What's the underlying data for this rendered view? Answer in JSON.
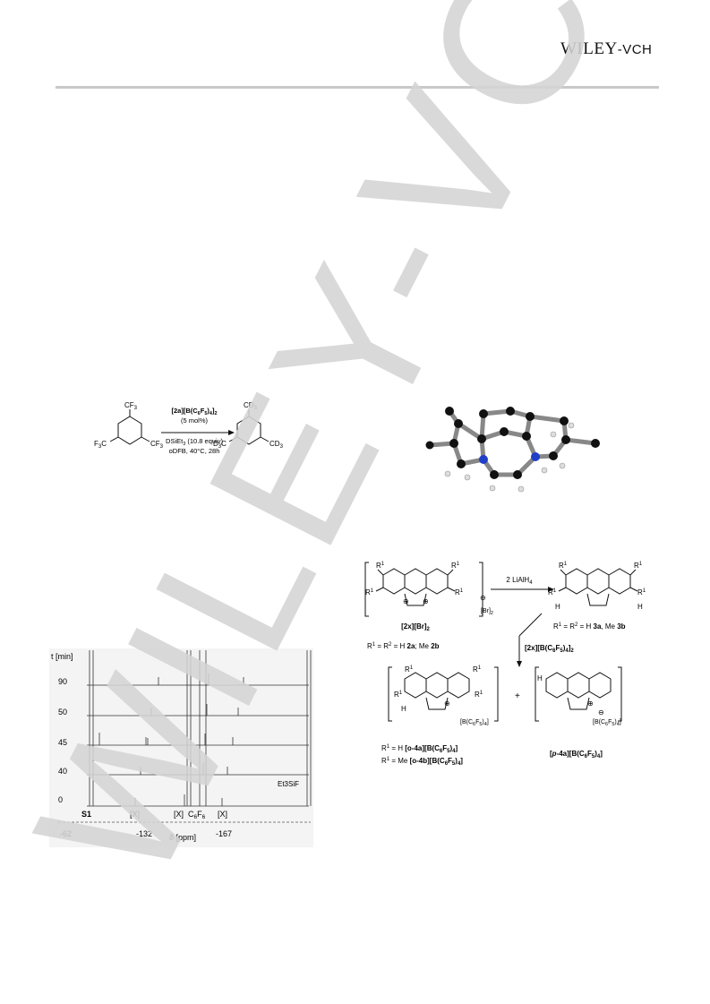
{
  "header": {
    "publisher_logo": "WILEY-VCH"
  },
  "watermark": {
    "text": "WILEY-VCH"
  },
  "scheme_top": {
    "reactant_substituents": [
      "CF3",
      "F3C",
      "CF3"
    ],
    "product_substituents": [
      "CD3",
      "D3C",
      "CD3"
    ],
    "conditions": [
      "[2a][B(C6F5)4]2",
      "(5 mol%)",
      "DSiEt3 (10.8 equiv)",
      "oDFB, 40°C, 28h"
    ]
  },
  "scheme_bottom": {
    "reagent": "2 LiAlH4",
    "catalyst": "[2x][B(C6F5)4]2",
    "plus": "+",
    "labels": {
      "dication": "[2x][Br]2",
      "dication_note": "R1 = R2 = H 2a; Me 2b",
      "reduced": "R1 = R2 = H 3a, Me 3b",
      "ortho_h": "R1 = H [o-4a][B(C6F5)4]",
      "ortho_me": "R1 = Me [o-4b][B(C6F5)4]",
      "para": "[p-4a][B(C6F5)4]"
    },
    "anion": "[B(C6F5)4]",
    "counterion": "[Br]2"
  },
  "nmr": {
    "y_axis_label": "t [min]",
    "time_ticks": [
      "90",
      "50",
      "45",
      "40",
      "0"
    ],
    "x_ticks": [
      "-62",
      "-132",
      "-167"
    ],
    "x_label": "δ [ppm]",
    "peak_labels": [
      "S1",
      "[X]",
      "[X]",
      "C6F6",
      "[X]"
    ],
    "product_label": "Et3SiF"
  }
}
